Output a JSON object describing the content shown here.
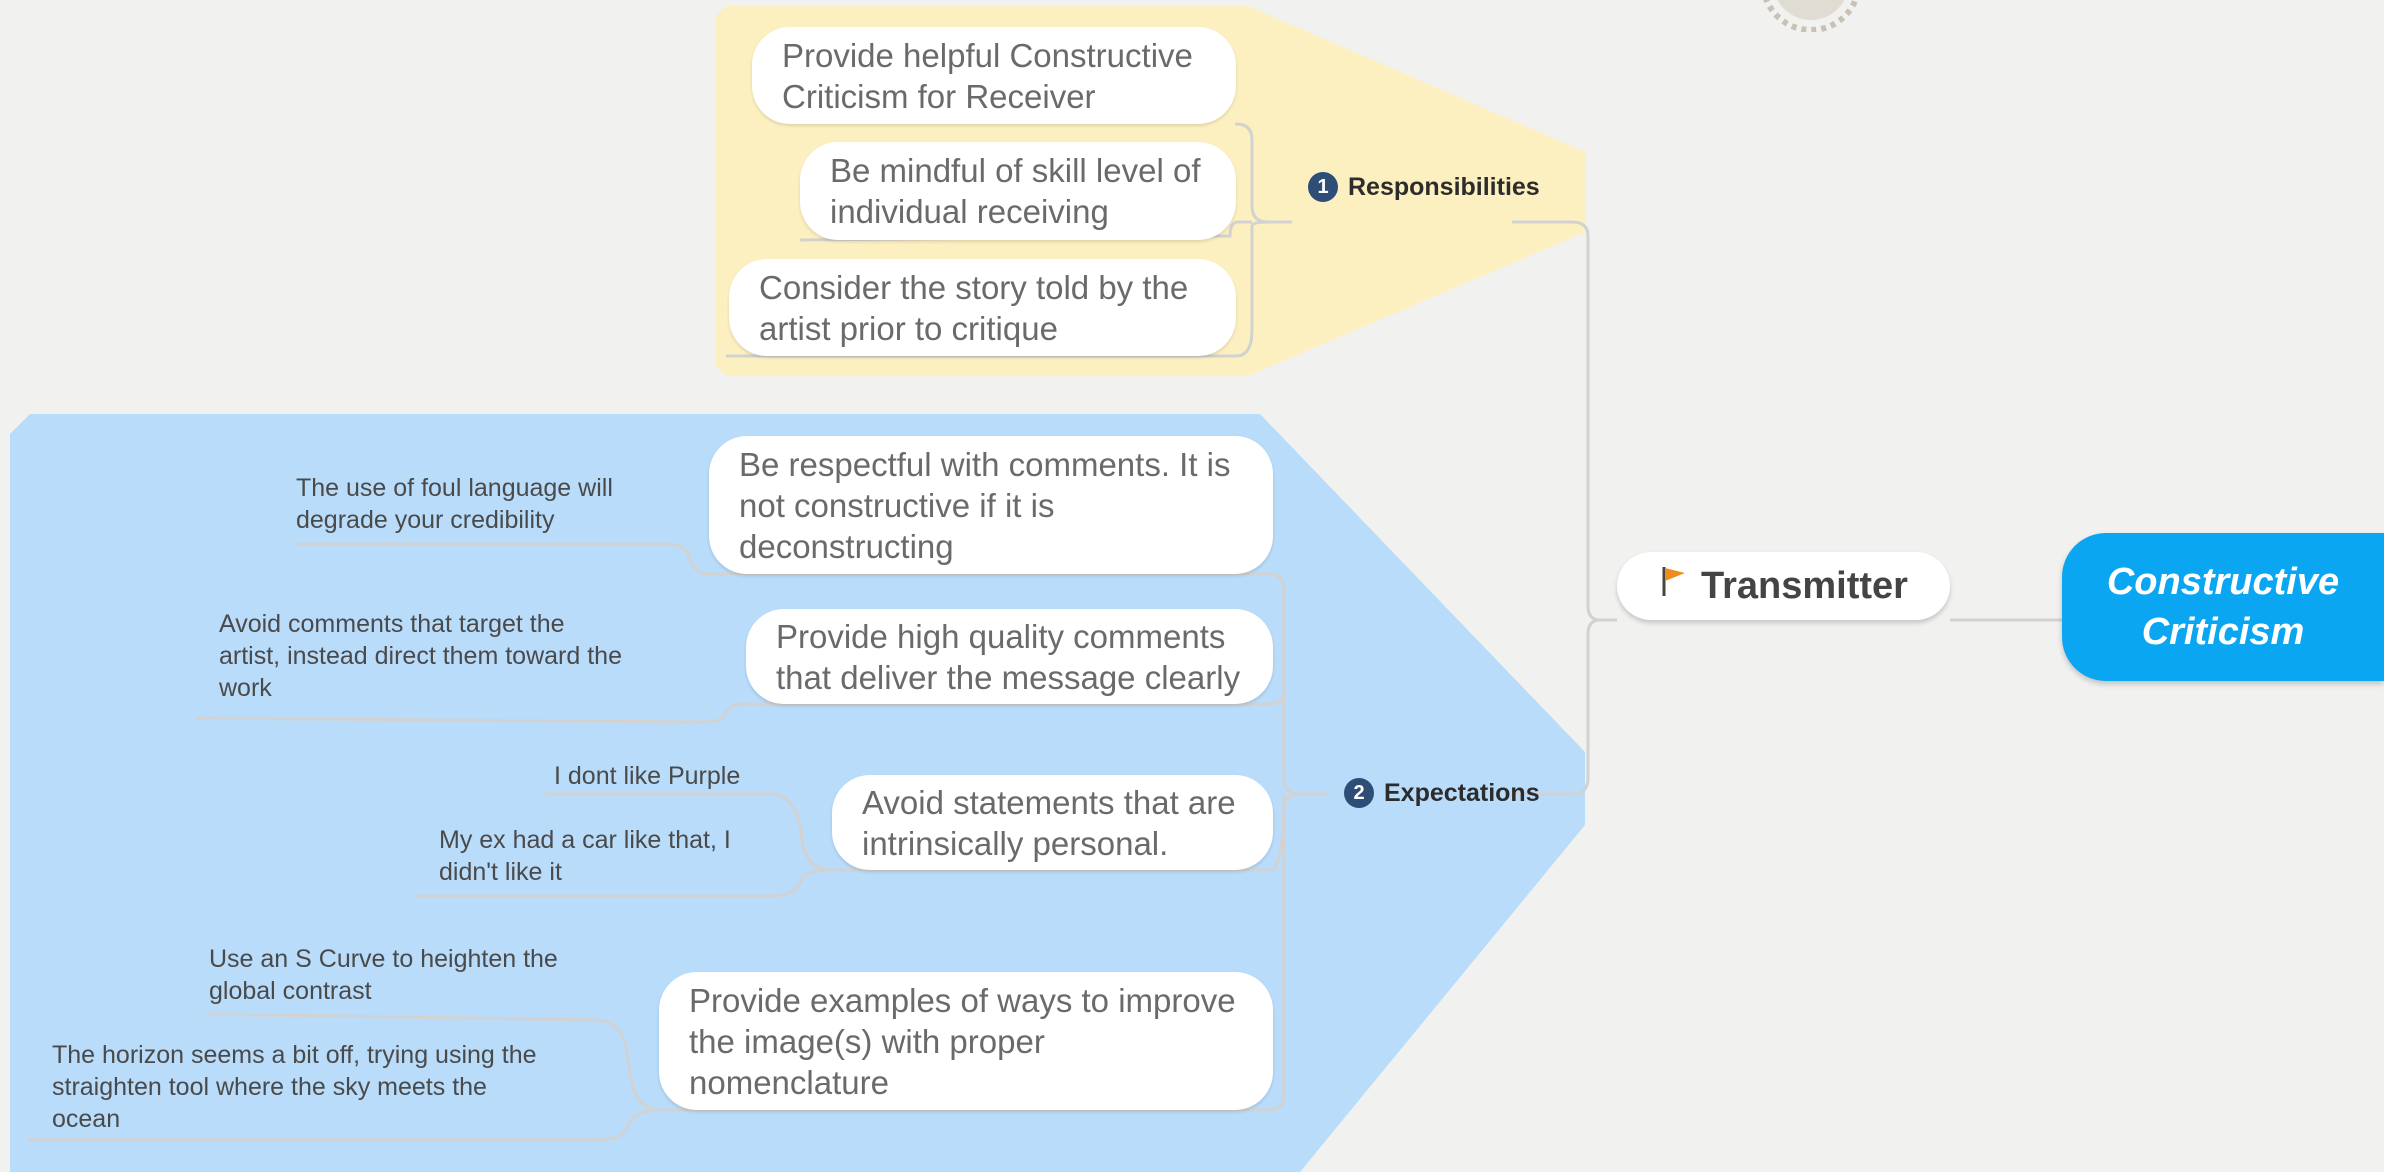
{
  "central_topic": "Constructive\nCriticism",
  "main_topic": {
    "label": "Transmitter",
    "icon": "flag-icon"
  },
  "branches": [
    {
      "number": "1",
      "label": "Responsibilities",
      "fill_color": "#fdf0c0",
      "items": [
        {
          "text": "Provide helpful Constructive\nCriticism for Receiver"
        },
        {
          "text": "Be mindful of skill level of\nindividual receiving"
        },
        {
          "text": "Consider the story told by the\nartist prior to critique"
        }
      ]
    },
    {
      "number": "2",
      "label": "Expectations",
      "fill_color": "#b8dcfa",
      "items": [
        {
          "text": "Be respectful with comments.  It is\nnot constructive if it is\ndeconstructing",
          "notes": [
            "The use of foul language will\ndegrade your credibility"
          ]
        },
        {
          "text": "Provide high quality comments\nthat deliver the message clearly",
          "notes": [
            "Avoid comments that target the\nartist, instead direct them toward the\nwork"
          ]
        },
        {
          "text": "Avoid statements that are\nintrinsically personal.",
          "notes": [
            "I dont like Purple",
            "My ex had a car like that, I\ndidn't like it"
          ]
        },
        {
          "text": "Provide  examples of ways to improve\nthe image(s) with proper\nnomenclature",
          "notes": [
            "Use an S Curve to heighten the\nglobal contrast",
            "The horizon seems a bit off, trying using the\nstraighten tool where the sky meets the\nocean"
          ]
        }
      ]
    }
  ],
  "colors": {
    "central_fill": "#0aa6f2",
    "badge": "#2f4e77",
    "flag": "#f08c1e",
    "connector": "#d2d2d2"
  }
}
